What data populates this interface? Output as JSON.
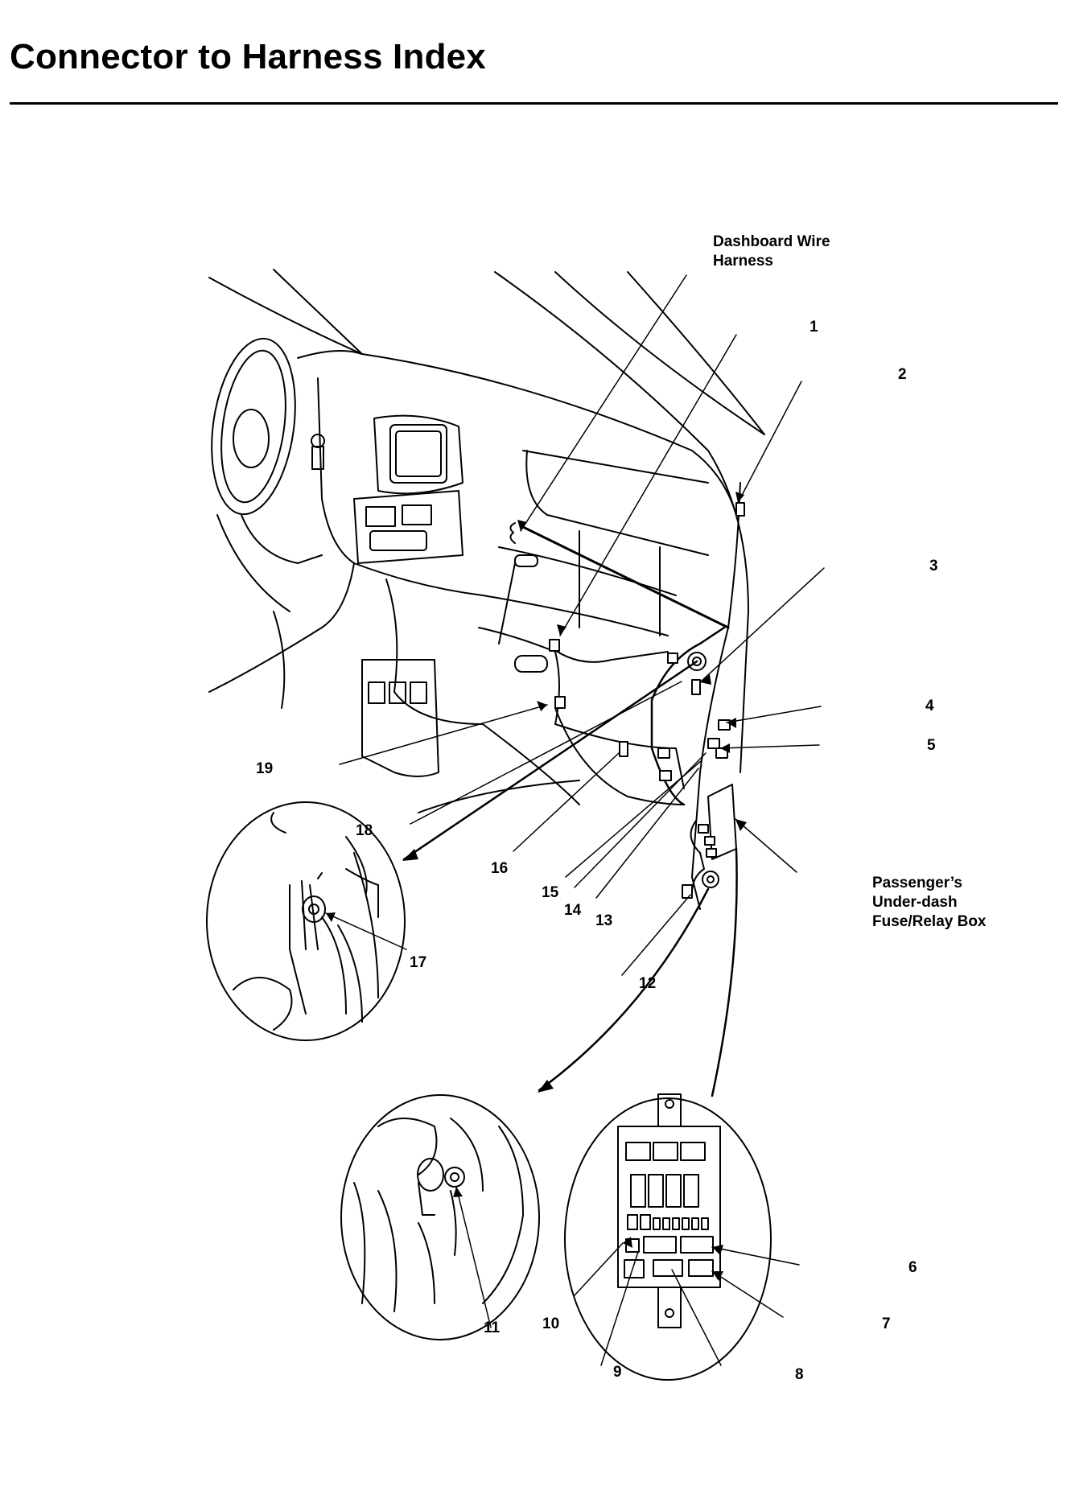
{
  "page": {
    "title": "Connector to Harness Index"
  },
  "labels": {
    "dashboard_harness": [
      "Dashboard Wire",
      "Harness"
    ],
    "fuse_box": [
      "Passenger’s",
      "Under-dash",
      "Fuse/Relay Box"
    ]
  },
  "callouts": [
    "1",
    "2",
    "3",
    "4",
    "5",
    "6",
    "7",
    "8",
    "9",
    "10",
    "11",
    "12",
    "13",
    "14",
    "15",
    "16",
    "17",
    "18",
    "19"
  ],
  "colors": {
    "ink": "#000000",
    "paper": "#ffffff"
  }
}
